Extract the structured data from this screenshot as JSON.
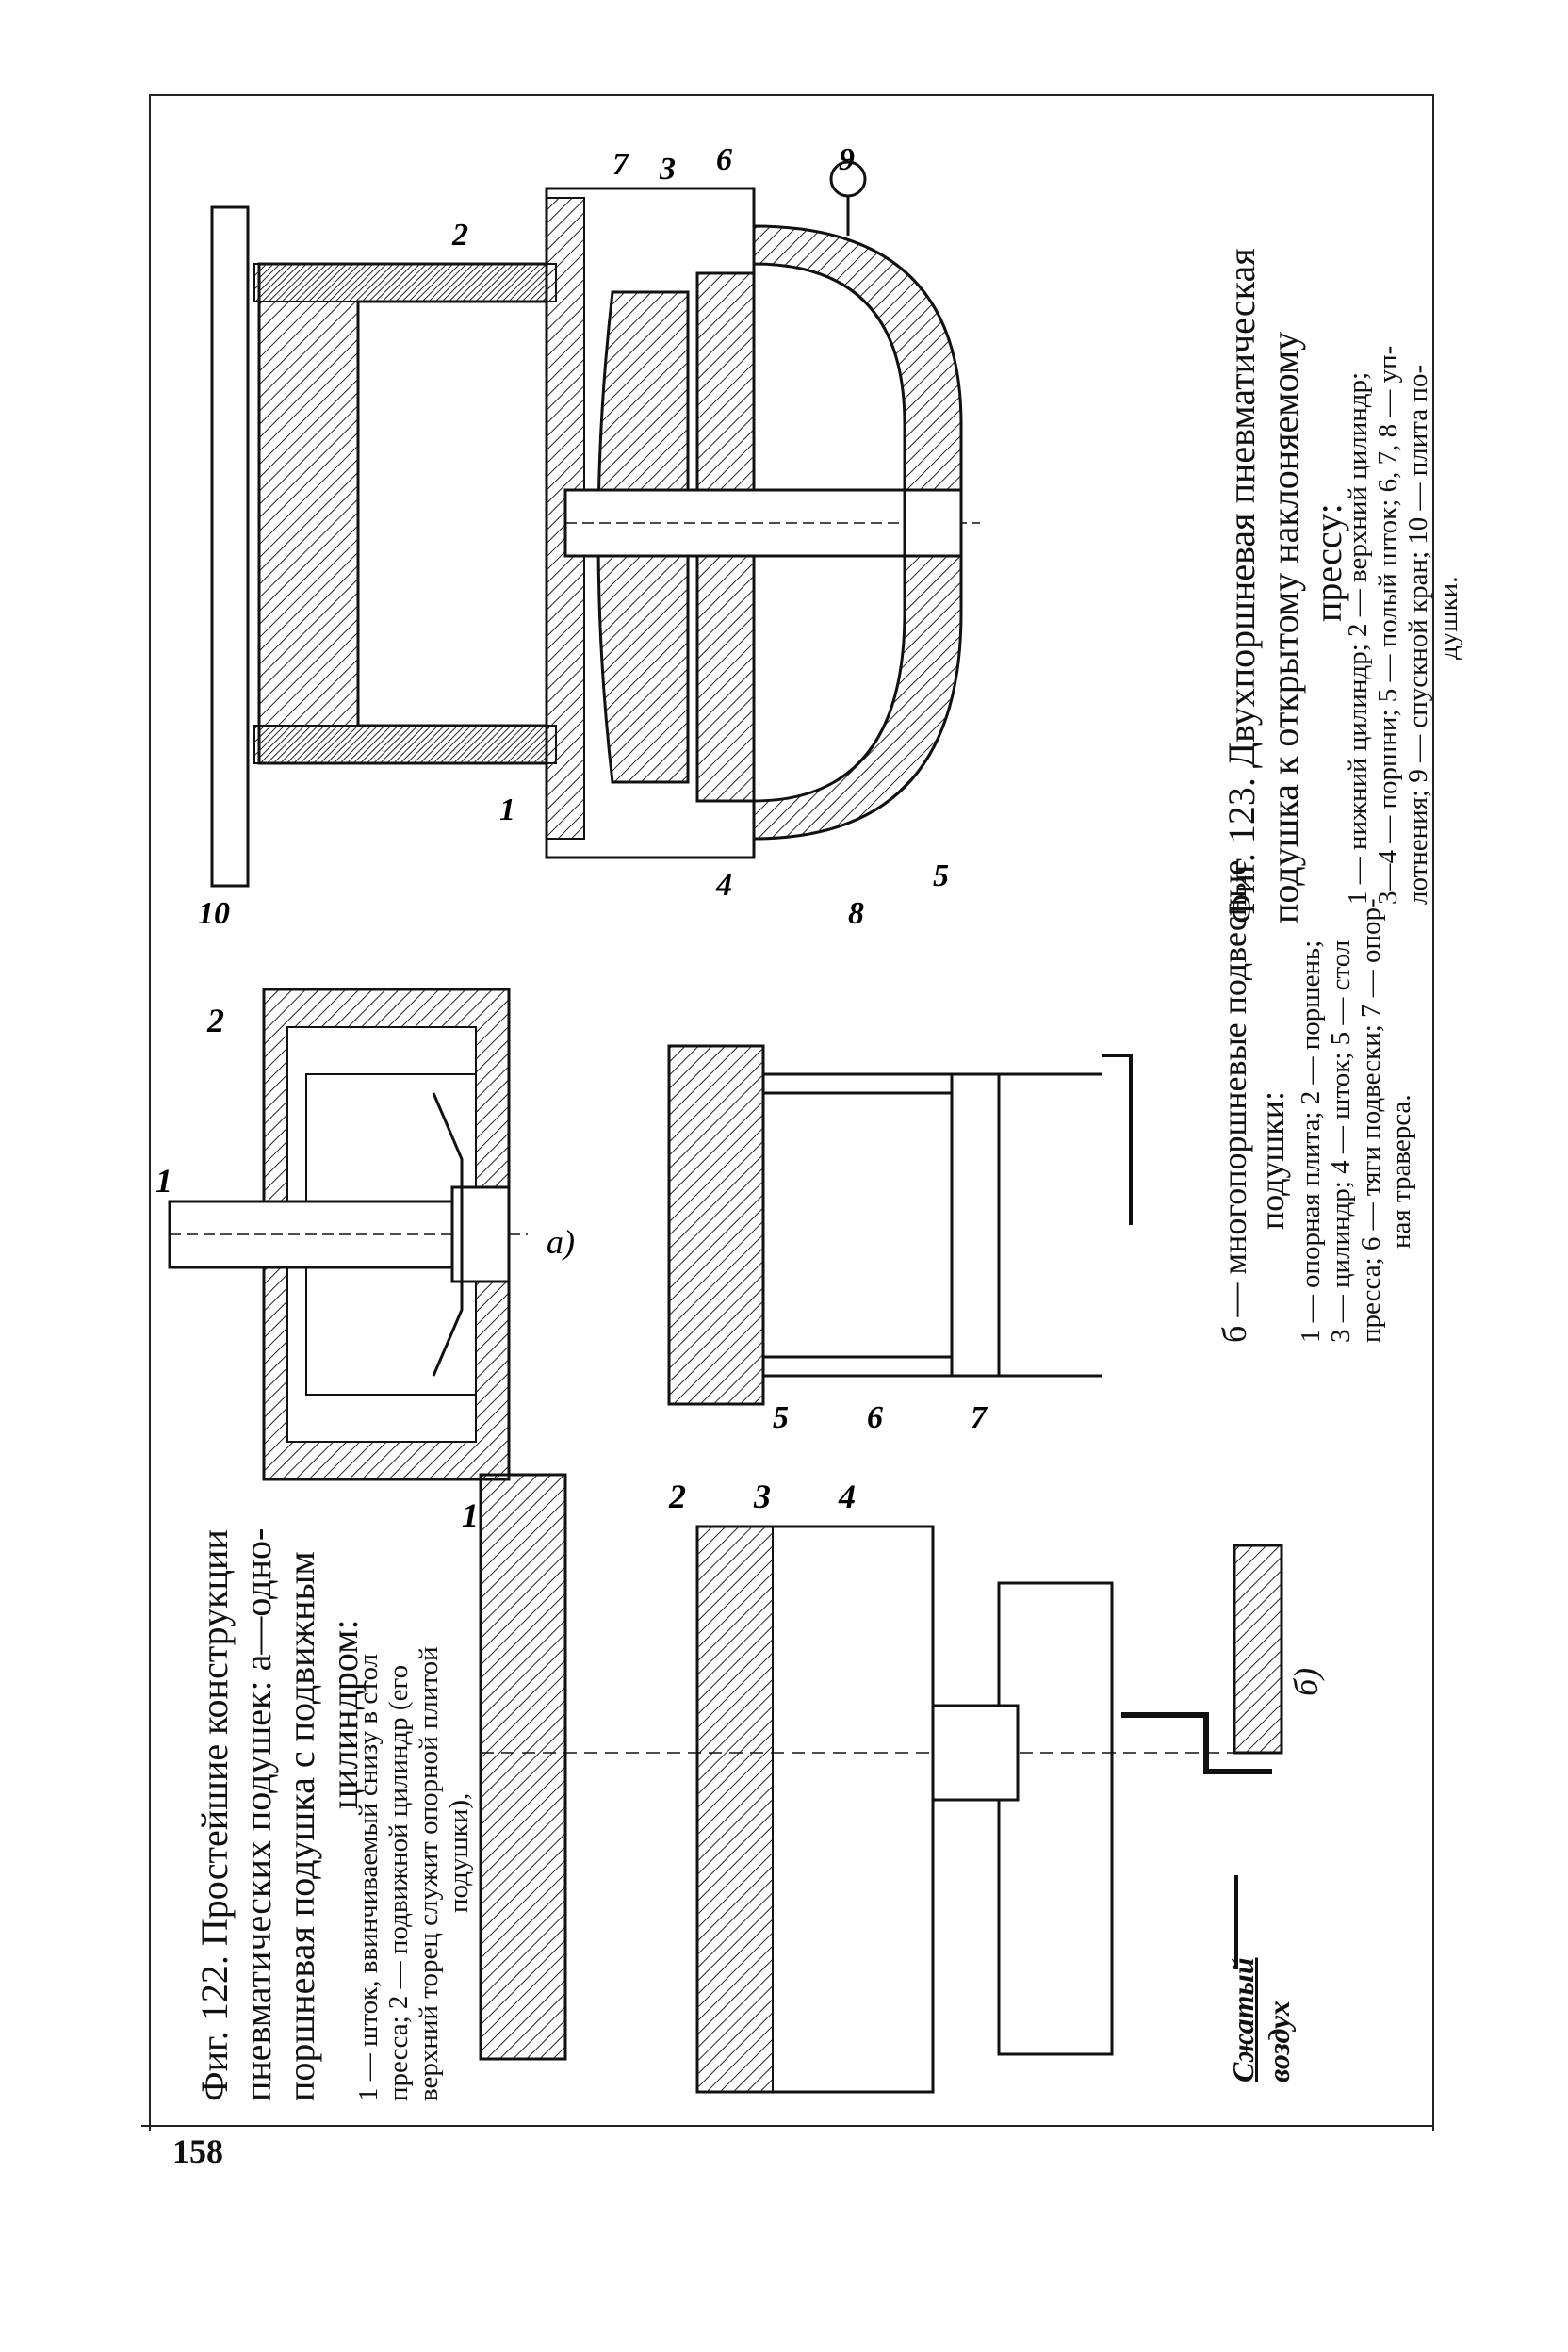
{
  "page_number": "158",
  "fig122": {
    "caption": [
      "Фиг. 122. Простейшие конструкции",
      "пневматических подушек: а—одно-",
      "поршневая подушка с подвижным",
      "цилиндром:"
    ],
    "legend": [
      "1 — шток, ввинчиваемый снизу в стол",
      "пресса; 2 — подвижной цилиндр (его",
      "верхний торец служит опорной плитой",
      "подушки),"
    ],
    "sub_a": "а)",
    "sub_b": "б)",
    "air_label_1": "Сжатый",
    "air_label_2": "воздух"
  },
  "fig122b": {
    "caption": [
      "б — многопоршневые подвесные",
      "подушки:"
    ],
    "legend": [
      "1 — опорная плита; 2 — поршень;",
      "3 — цилиндр; 4 — шток; 5 — стол",
      "пресса; 6 — тяги подвески; 7 — опор-",
      "ная траверса."
    ]
  },
  "fig123": {
    "caption": [
      "Фиг. 123. Двухпоршневая  пневматическая",
      "подушка   к   открытому   наклоняемому",
      "прессу:"
    ],
    "legend": [
      "1 — нижний цилиндр; 2 — верхний цилиндр;",
      "3—4 — поршни; 5 — полый шток; 6, 7, 8 — уп-",
      "лотнения; 9 — спускной кран; 10 — плита по-",
      "душки."
    ]
  },
  "part_numbers": {
    "a": [
      "1",
      "2"
    ],
    "b": [
      "1",
      "2",
      "3",
      "4"
    ],
    "b2": [
      "5",
      "6",
      "7"
    ],
    "f123": [
      "1",
      "2",
      "3",
      "4",
      "5",
      "6",
      "7",
      "8",
      "9",
      "10"
    ]
  }
}
